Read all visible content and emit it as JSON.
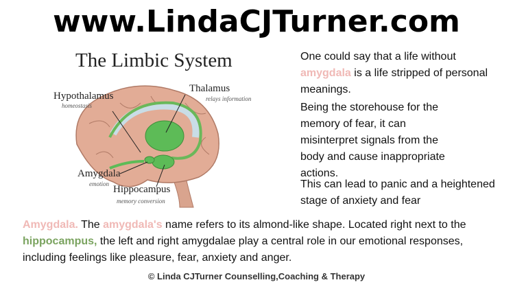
{
  "header": {
    "site": "www.LindaCJTurner.com"
  },
  "diagram": {
    "title": "The Limbic System",
    "labels": [
      {
        "name": "Hypothalamus",
        "sub": "homeostasis"
      },
      {
        "name": "Thalamus",
        "sub": "relays information"
      },
      {
        "name": "Amygdala",
        "sub": "emotion"
      },
      {
        "name": "Hippocampus",
        "sub": "memory conversion"
      }
    ]
  },
  "right": {
    "p1a": "One could say that a life without",
    "p1b": "amygdala",
    "p1c": " is a life stripped of personal meanings.",
    "p2": "Being the storehouse for the memory of fear, it can misinterpret signals from the body and cause inappropriate actions.",
    "p3": "This can lead to panic and a heightened stage of anxiety and fear"
  },
  "bottom": {
    "a": "Amygdala.",
    "b": " The ",
    "c": "amygdala's",
    "d": " name refers to its almond-like shape. Located right next to the ",
    "e": "hippocampus,",
    "f": " the left and right amygdalae play a central role in our emotional responses, including feelings like pleasure, fear, anxiety and anger."
  },
  "footer": "© Linda CJTurner Counselling,Coaching & Therapy",
  "colors": {
    "pink": "#f0b9b6",
    "green": "#7aa35f"
  }
}
